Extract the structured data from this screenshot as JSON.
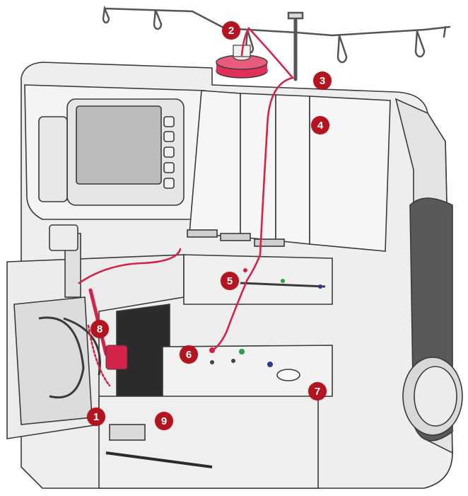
{
  "colors": {
    "callout": "#b3141f",
    "thread": "#d4234a",
    "spool": "#e0305a",
    "body": "#eeeeee",
    "panel": "#f6f6f6",
    "outline": "#3a3a3a",
    "screen": "#bcbcbc",
    "dark": "#2b2b2b",
    "wheel": "#595959",
    "dot_red": "#d81b3c",
    "dot_green": "#2e9e4f",
    "dot_blue": "#2d3a8c"
  },
  "callouts": [
    {
      "id": "1",
      "label": "1"
    },
    {
      "id": "2",
      "label": "2"
    },
    {
      "id": "3",
      "label": "3"
    },
    {
      "id": "4",
      "label": "4"
    },
    {
      "id": "5",
      "label": "5"
    },
    {
      "id": "6",
      "label": "6"
    },
    {
      "id": "7",
      "label": "7"
    },
    {
      "id": "8",
      "label": "8"
    },
    {
      "id": "9",
      "label": "9"
    }
  ]
}
